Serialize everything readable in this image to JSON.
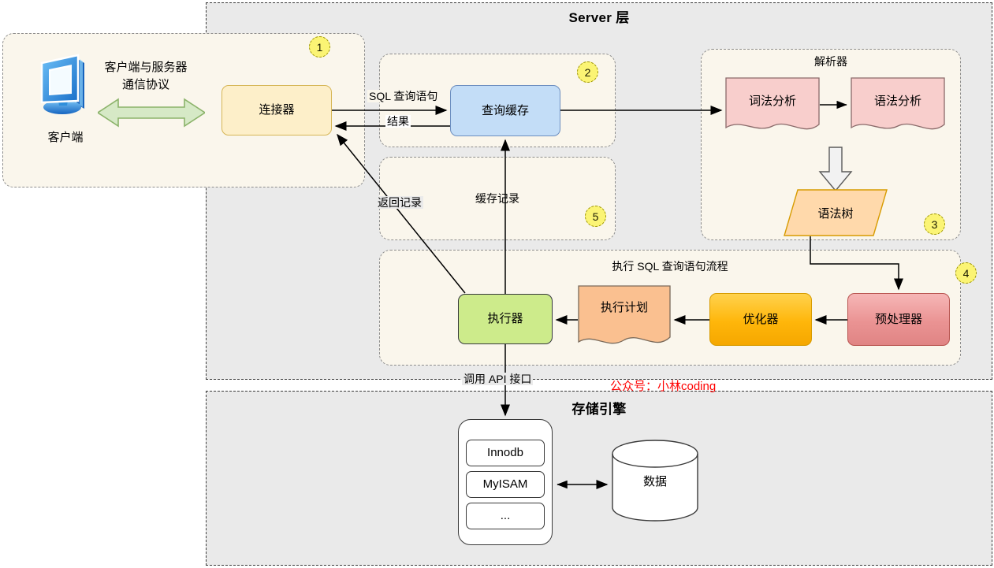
{
  "panels": {
    "server": {
      "title": "Server 层"
    },
    "storage": {
      "title": "存储引擎"
    }
  },
  "groups": {
    "client": {
      "badge": "1"
    },
    "cache": {
      "badge": "2"
    },
    "parser": {
      "label": "解析器",
      "badge": "3"
    },
    "execflow": {
      "label": "执行 SQL 查询语句流程",
      "badge": "4"
    },
    "cacherecord": {
      "label": "缓存记录",
      "badge": "5"
    }
  },
  "nodes": {
    "client": "客户端",
    "protocol": {
      "line1": "客户端与服务器",
      "line2": "通信协议"
    },
    "connector": "连接器",
    "query_cache": "查询缓存",
    "lexical": "词法分析",
    "syntax": "语法分析",
    "syntax_tree": "语法树",
    "preprocessor": "预处理器",
    "optimizer": "优化器",
    "exec_plan": "执行计划",
    "executor": "执行器",
    "innodb": "Innodb",
    "myisam": "MyISAM",
    "more": "...",
    "data": "数据"
  },
  "edges": {
    "sql_query": "SQL 查询语句",
    "result": "结果",
    "return_record": "返回记录",
    "call_api": "调用 API 接口"
  },
  "watermark": "公众号：小林coding",
  "colors": {
    "panel_bg": "#eaeaea",
    "group_bg": "#faf6ec",
    "badge": "#fbf474",
    "connector": "#fdefc9",
    "cache": "#c3ddf7",
    "parser_box": "#f8cecc",
    "syntax_tree": "#ffd9ab",
    "preprocessor": "#ea9393",
    "optimizer": "#ffb60a",
    "exec_plan": "#fac090",
    "executor": "#cdeb8b",
    "arrow_green": "#c9e0b4",
    "watermark": "#ff0000"
  }
}
